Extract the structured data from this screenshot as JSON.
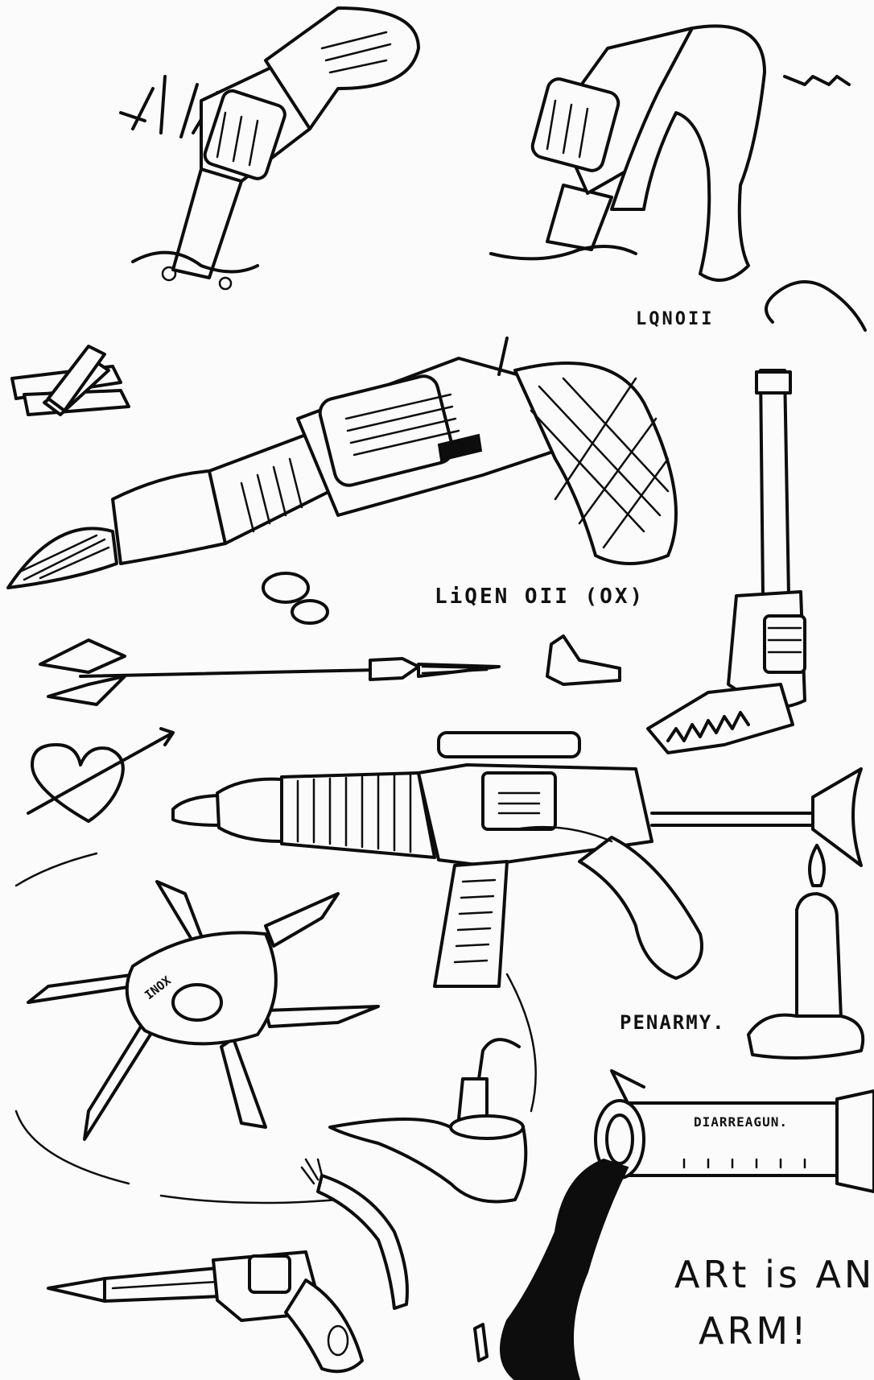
{
  "drawing": {
    "labels": {
      "lon_oil": "LQNOII",
      "lqen_oil_ox": "LiQEN OII (OX)",
      "penarmy": "PENARMY.",
      "diarreagun": "DIARREAGUN.",
      "inox": "INOX",
      "art_line1": "ARt is AN",
      "art_line2": "ARM!"
    },
    "ink_color": "#0d0d0d",
    "paper_color": "#fbfbfb"
  }
}
